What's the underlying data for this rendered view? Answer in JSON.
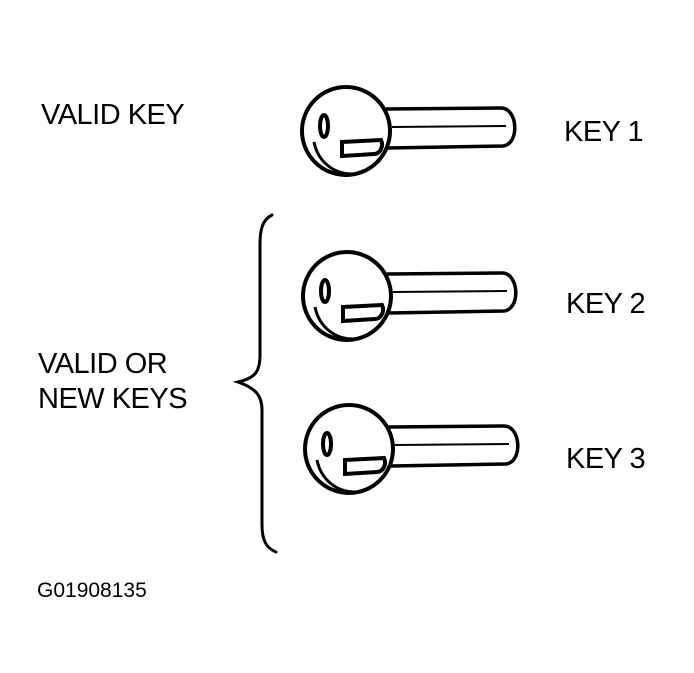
{
  "diagram": {
    "figure_code": "G01908135",
    "groups": [
      {
        "label": "VALID KEY",
        "keys": [
          "KEY 1"
        ]
      },
      {
        "label_lines": [
          "VALID OR",
          "NEW KEYS"
        ],
        "keys": [
          "KEY 2",
          "KEY 3"
        ]
      }
    ],
    "keys": [
      {
        "label": "KEY 1",
        "icon": "key-icon"
      },
      {
        "label": "KEY 2",
        "icon": "key-icon"
      },
      {
        "label": "KEY 3",
        "icon": "key-icon"
      }
    ],
    "colors": {
      "line": "#000000",
      "background": "#ffffff"
    }
  }
}
